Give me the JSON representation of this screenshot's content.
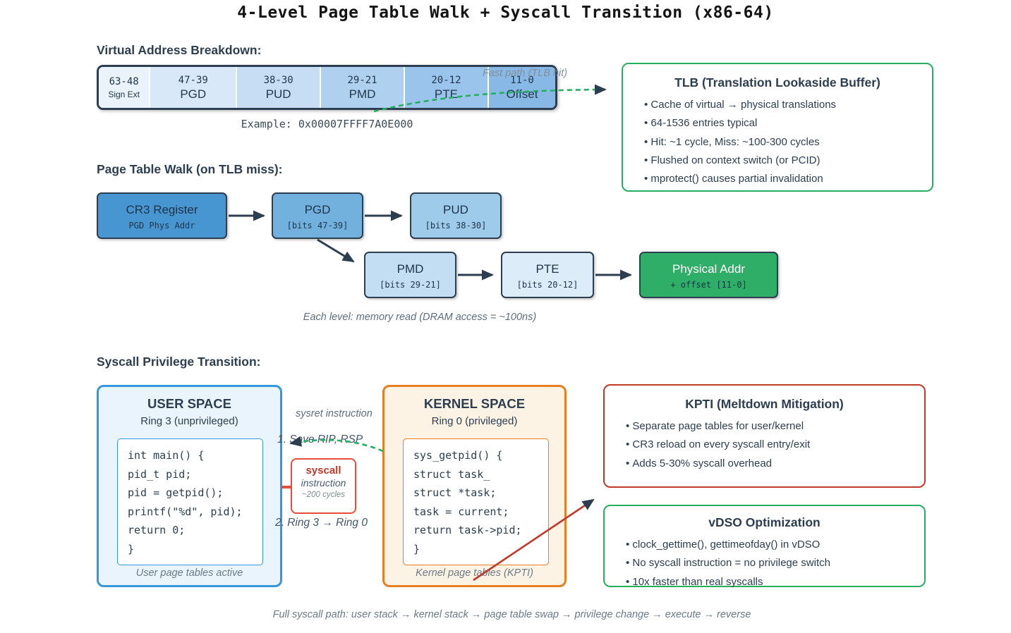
{
  "title": "4-Level Page Table Walk + Syscall Transition (x86-64)",
  "vab": {
    "heading": "Virtual Address Breakdown:",
    "cells": [
      {
        "bits": "63-48",
        "label": "Sign Ext"
      },
      {
        "bits": "47-39",
        "label": "PGD"
      },
      {
        "bits": "38-30",
        "label": "PUD"
      },
      {
        "bits": "29-21",
        "label": "PMD"
      },
      {
        "bits": "20-12",
        "label": "PTE"
      },
      {
        "bits": "11-0",
        "label": "Offset"
      }
    ],
    "example": "Example: 0x00007FFFF7A0E000",
    "fast_path_label": "Fast path (TLB hit)"
  },
  "tlb": {
    "title": "TLB (Translation Lookaside Buffer)",
    "bullets": [
      "Cache of virtual → physical translations",
      "64-1536 entries typical",
      "Hit: ~1 cycle, Miss: ~100-300 cycles",
      "Flushed on context switch (or PCID)",
      "mprotect() causes partial invalidation"
    ]
  },
  "walk": {
    "heading": "Page Table Walk (on TLB miss):",
    "nodes": [
      {
        "label": "CR3 Register",
        "sub": "PGD Phys Addr"
      },
      {
        "label": "PGD",
        "sub": "[bits 47-39]"
      },
      {
        "label": "PUD",
        "sub": "[bits 38-30]"
      },
      {
        "label": "PMD",
        "sub": "[bits 29-21]"
      },
      {
        "label": "PTE",
        "sub": "[bits 20-12]"
      },
      {
        "label": "Physical Addr",
        "sub": "+ offset [11-0]"
      }
    ],
    "caption": "Each level: memory read (DRAM access = ~100ns)"
  },
  "syscall": {
    "heading": "Syscall Privilege Transition:",
    "user": {
      "title": "USER SPACE",
      "subtitle": "Ring 3 (unprivileged)",
      "code": [
        "int main() {",
        "pid_t pid;",
        "pid = getpid();",
        "printf(\"%d\", pid);",
        "return 0;",
        "}"
      ],
      "footer": "User page tables active"
    },
    "kernel": {
      "title": "KERNEL SPACE",
      "subtitle": "Ring 0 (privileged)",
      "code": [
        "sys_getpid() {",
        "struct task_",
        "struct *task;",
        "task = current;",
        "return task->pid;",
        "}"
      ],
      "footer": "Kernel page tables (KPTI)"
    },
    "middle": {
      "sysret": "sysret instruction",
      "step1": "1. Save RIP, RSP",
      "syscall_title": "syscall",
      "syscall_sub": "instruction",
      "syscall_cycles": "~200 cycles",
      "step2": "2. Ring 3 → Ring 0"
    },
    "kpti": {
      "title": "KPTI (Meltdown Mitigation)",
      "bullets": [
        "Separate page tables for user/kernel",
        "CR3 reload on every syscall entry/exit",
        "Adds 5-30% syscall overhead"
      ]
    },
    "vdso": {
      "title": "vDSO Optimization",
      "bullets": [
        "clock_gettime(), gettimeofday() in vDSO",
        "No syscall instruction = no privilege switch",
        "10x faster than real syscalls"
      ]
    },
    "footer": "Full syscall path: user stack → kernel stack → page table swap → privilege change → execute → reverse"
  },
  "colors": {
    "navy": "#2c3e50",
    "blue_accent": "#3498db",
    "orange_accent": "#e67e22",
    "green_accent": "#27ae60",
    "red_accent": "#c0392b",
    "bright_red": "#e74c3c",
    "physical_green": "#2eae66",
    "bar_shades": [
      "#eaf2fb",
      "#d9e8f8",
      "#c6ddf4",
      "#afd0ef",
      "#9ac4eb",
      "#88b9e6"
    ]
  }
}
